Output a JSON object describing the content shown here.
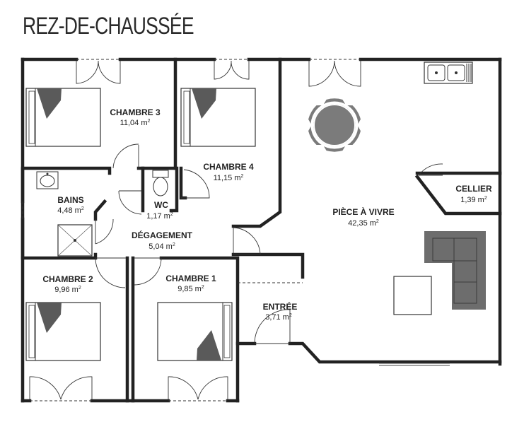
{
  "title": "REZ-DE-CHAUSSÉE",
  "rooms": [
    {
      "name": "CHAMBRE 3",
      "area": "11,04 m",
      "unit_sup": "2"
    },
    {
      "name": "CHAMBRE 4",
      "area": "11,15 m",
      "unit_sup": "2"
    },
    {
      "name": "BAINS",
      "area": "4,48 m",
      "unit_sup": "2"
    },
    {
      "name": "WC",
      "area": "1,17 m",
      "unit_sup": "2"
    },
    {
      "name": "DÉGAGEMENT",
      "area": "5,04 m",
      "unit_sup": "2"
    },
    {
      "name": "PIÈCE À VIVRE",
      "area": "42,35 m",
      "unit_sup": "2"
    },
    {
      "name": "CELLIER",
      "area": "1,39 m",
      "unit_sup": "2"
    },
    {
      "name": "CHAMBRE 2",
      "area": "9,96 m",
      "unit_sup": "2"
    },
    {
      "name": "CHAMBRE 1",
      "area": "9,85 m",
      "unit_sup": "2"
    },
    {
      "name": "ENTRÉE",
      "area": "3,71 m",
      "unit_sup": "2"
    }
  ]
}
